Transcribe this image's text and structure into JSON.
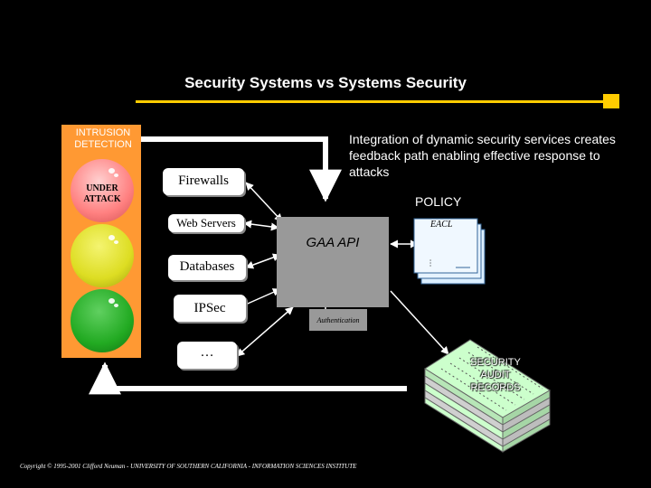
{
  "title": "Security Systems vs Systems Security",
  "traffic_light": {
    "label": "INTRUSION DETECTION",
    "state_text": "UNDER ATTACK"
  },
  "components": {
    "firewalls": "Firewalls",
    "web_servers": "Web Servers",
    "databases": "Databases",
    "ipsec": "IPSec",
    "more": "…"
  },
  "integration_text": "Integration of dynamic security services creates feedback path enabling effective response to attacks",
  "policy": {
    "label": "POLICY",
    "eacl": "EACL",
    "dots": "…"
  },
  "gaa_api": "GAA API",
  "authentication": "Authentication",
  "audit_records": "SECURITY AUDIT RECORDS",
  "copyright": "Copyright © 1995-2001 Clifford Neuman - UNIVERSITY OF SOUTHERN CALIFORNIA - INFORMATION SCIENCES INSTITUTE",
  "colors": {
    "accent_rule": "#ffcc00",
    "traffic_light_body": "#ff9933",
    "light_red": "#ff8080",
    "light_yellow": "#dddd22",
    "light_green": "#22aa22",
    "gaa_box": "#999999",
    "audit_records": "#ccffcc"
  }
}
